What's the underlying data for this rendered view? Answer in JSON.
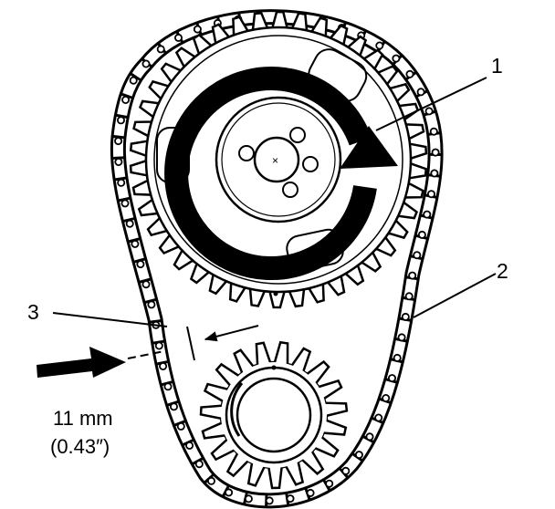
{
  "callouts": {
    "one": "1",
    "two": "2",
    "three": "3"
  },
  "measurement": {
    "metric": "11 mm",
    "imperial": "(0.43″)"
  },
  "rotation_direction": "clockwise",
  "colors": {
    "line": "#000000",
    "background": "#ffffff"
  }
}
